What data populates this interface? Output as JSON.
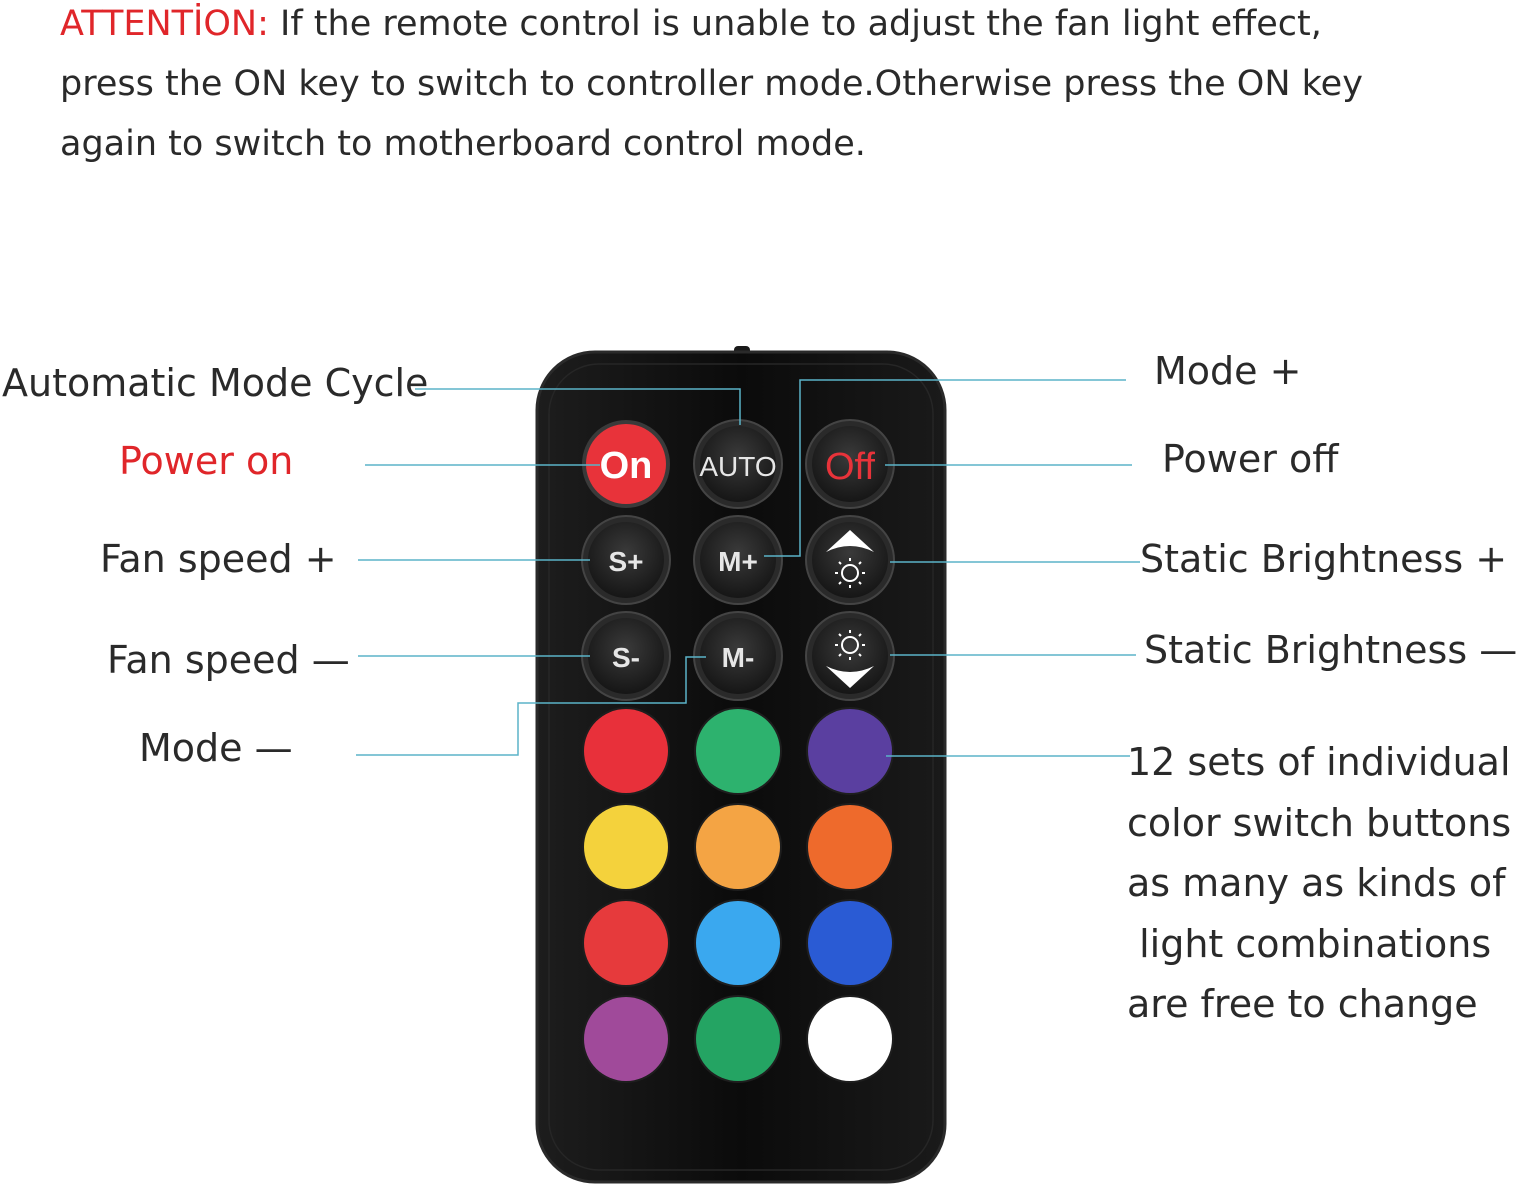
{
  "attention": {
    "label": "ATTENTİON:",
    "text": " If the remote control is unable to adjust the fan light effect, press the ON key to switch to controller mode.Otherwise press the ON key again to switch to motherboard control mode."
  },
  "labels": {
    "auto_cycle": "Automatic Mode Cycle",
    "power_on": "Power on",
    "fan_speed_plus": "Fan speed +",
    "fan_speed_minus": "Fan speed —",
    "mode_minus": "Mode —",
    "mode_plus": "Mode +",
    "power_off": "Power off",
    "brightness_plus": "Static Brightness +",
    "brightness_minus": "Static Brightness —",
    "color_buttons_lines": [
      "12 sets of individual",
      "color switch buttons",
      "as many as kinds of",
      " light combinations",
      "are free to change"
    ]
  },
  "remote": {
    "buttons": {
      "on": "On",
      "auto": "AUTO",
      "off": "Off",
      "s_plus": "S+",
      "m_plus": "M+",
      "s_minus": "S-",
      "m_minus": "M-"
    },
    "color_buttons": [
      "#e8303a",
      "#2db26e",
      "#5a3fa0",
      "#f4d23c",
      "#f4a444",
      "#ee6a2c",
      "#e63a3c",
      "#3aa8ef",
      "#2a5bd4",
      "#a04a9a",
      "#24a463",
      "#ffffff"
    ]
  },
  "colors": {
    "accent_red": "#e0262a",
    "leader_line": "#5bb3c8",
    "remote_body": "#101010"
  }
}
